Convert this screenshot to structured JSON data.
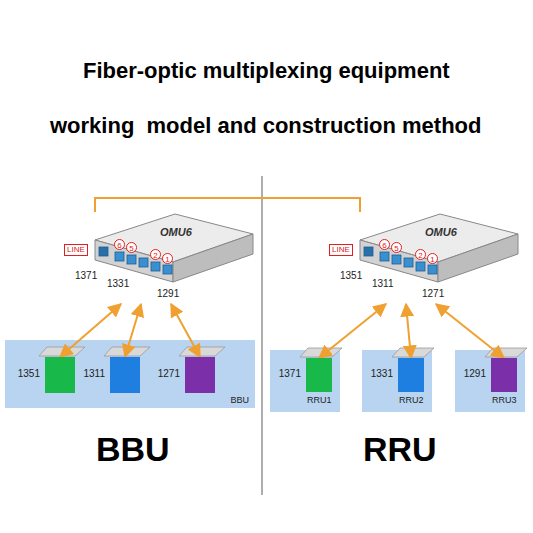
{
  "diagram": {
    "title": "Fiber-optic multiplexing equipment",
    "nodes": [
      {
        "text": [
          "OMU6"
        ]
      },
      {
        "text": [
          "BBU"
        ]
      },
      {
        "text": [
          "1351"
        ],
        "in": 1
      },
      {
        "text": [
          "1311"
        ],
        "in": 1
      },
      {
        "text": [
          "1271"
        ],
        "in": 1
      },
      {
        "text": [
          "OMU6"
        ]
      },
      {
        "text": [
          "RRU1"
        ]
      },
      {
        "text": [
          "1371"
        ],
        "in": 6
      },
      {
        "text": [
          "RRU2"
        ]
      },
      {
        "text": [
          "1331"
        ],
        "in": 8
      },
      {
        "text": [
          "RRU3"
        ]
      },
      {
        "text": [
          "1291"
        ],
        "in": 10
      }
    ],
    "edges": [
      {
        "from": 0,
        "to": 2,
        "arrow": "both"
      },
      {
        "from": 0,
        "to": 3,
        "arrow": "both"
      },
      {
        "from": 0,
        "to": 4,
        "arrow": "both"
      },
      {
        "from": 0,
        "to": 5,
        "arrow": "none"
      },
      {
        "from": 5,
        "to": 7,
        "arrow": "both"
      },
      {
        "from": 5,
        "to": 9,
        "arrow": "both"
      },
      {
        "from": 5,
        "to": 11,
        "arrow": "both"
      }
    ],
    "labels": [
      "working  model and construction method",
      "LINE",
      "6",
      "5",
      "2",
      "1",
      "1371",
      "1331",
      "1291",
      "LINE",
      "6",
      "5",
      "2",
      "1",
      "1351",
      "1311",
      "1271",
      "BBU",
      "RRU"
    ]
  }
}
